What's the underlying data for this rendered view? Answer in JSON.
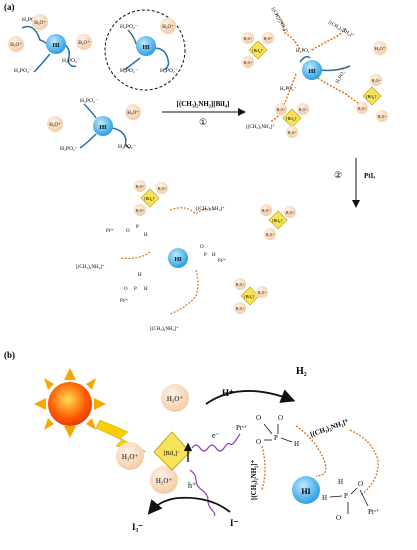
{
  "panel_a": {
    "label": "(a)",
    "hi": "HI",
    "h2po2": "H₂PO₂⁻",
    "h3o": "H₃O⁺",
    "bii": "[BiI₄]⁻",
    "cation": "[(CH₃)₂NH₂]⁺",
    "pt": "Pt²⁺",
    "o": "O",
    "p": "P",
    "h": "H",
    "step1_reagent": "[(CH₃)₂NH₂][BiI₄]",
    "step1_num": "①",
    "step2_num": "②",
    "step2_reagent": "PtIₓ"
  },
  "panel_b": {
    "label": "(b)",
    "h3o": "H₃O⁺",
    "bii": "[BiI₄]⁻",
    "electron": "e⁻",
    "hole": "h⁺",
    "hplus": "H⁺",
    "h2": "H₂",
    "iodide": "I⁻",
    "triiodide": "I₃⁻",
    "pt": "Ptˣ⁺",
    "cation": "[(CH₃)₂NH₂]⁺",
    "hi": "HI",
    "o": "O",
    "p": "P",
    "h": "H"
  }
}
